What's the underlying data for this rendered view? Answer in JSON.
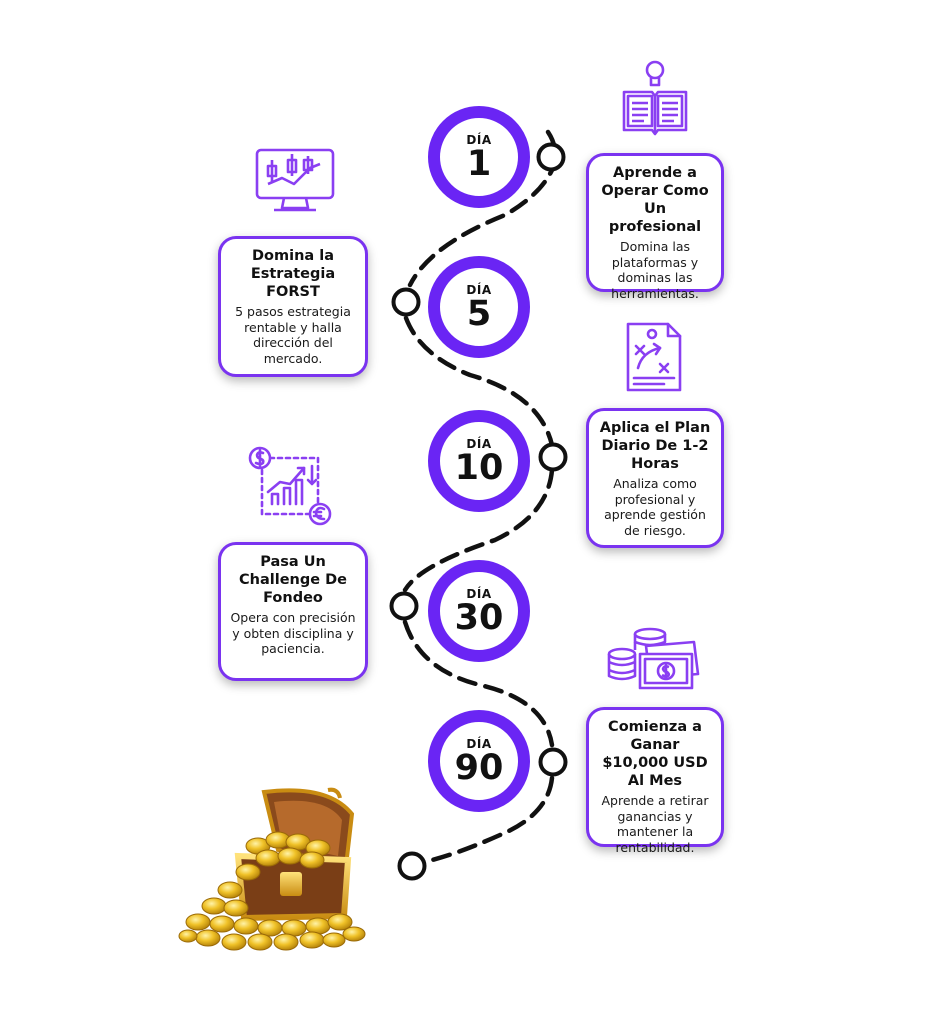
{
  "colors": {
    "accent": "#6a25f4",
    "icon": "#8a3ff2",
    "coin": "#e8b51e"
  },
  "steps": [
    {
      "day_label": "DÍA",
      "day_number": "1",
      "title": "Aprende a Operar Como Un profesional",
      "body": "Domina las plataformas y dominas las herramientas.",
      "icon": "book-lightbulb-icon"
    },
    {
      "day_label": "DÍA",
      "day_number": "5",
      "title": "Domina la Estrategia FORST",
      "body": "5 pasos estrategia rentable y halla dirección del mercado.",
      "icon": "candlestick-monitor-icon"
    },
    {
      "day_label": "DÍA",
      "day_number": "10",
      "title": "Aplica el Plan Diario De 1-2 Horas",
      "body": "Analiza como profesional y aprende gestión de riesgo.",
      "icon": "strategy-document-icon"
    },
    {
      "day_label": "DÍA",
      "day_number": "30",
      "title": "Pasa Un Challenge De Fondeo",
      "body": "Opera con precisión y obten disciplina y paciencia.",
      "icon": "currency-chart-icon"
    },
    {
      "day_label": "DÍA",
      "day_number": "90",
      "title": "Comienza a Ganar $10,000 USD Al Mes",
      "body": "Aprende a retirar ganancias y mantener la rentabilidad.",
      "icon": "money-coins-icon"
    }
  ],
  "finish_icon": "treasure-chest-icon"
}
